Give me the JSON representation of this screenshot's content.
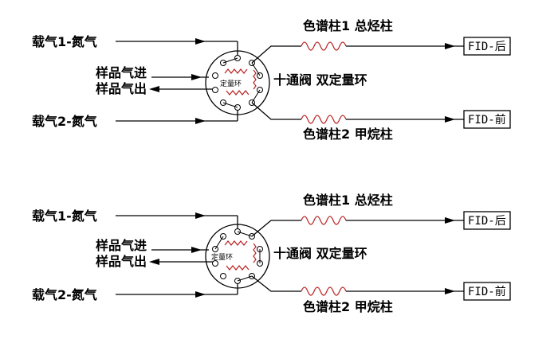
{
  "diagrams": [
    {
      "carrier1": "载气1-氮气",
      "carrier2": "载气2-氮气",
      "sample_in": "样品气进",
      "sample_out": "样品气出",
      "loop": "定量环",
      "valve": "十通阀 双定量环",
      "column1": "色谱柱1 总烃柱",
      "column2": "色谱柱2 甲烷柱",
      "fid_back": "FID-后",
      "fid_front": "FID-前"
    },
    {
      "carrier1": "载气1-氮气",
      "carrier2": "载气2-氮气",
      "sample_in": "样品气进",
      "sample_out": "样品气出",
      "loop": "定量环",
      "valve": "十通阀 双定量环",
      "column1": "色谱柱1 总烃柱",
      "column2": "色谱柱2 甲烷柱",
      "fid_back": "FID-后",
      "fid_front": "FID-前"
    }
  ]
}
